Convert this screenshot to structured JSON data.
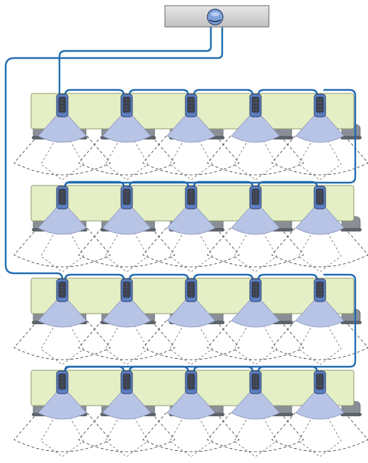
{
  "colors": {
    "background": "#ffffff",
    "cable": "#1f6bb0",
    "desk": "#e4efc5",
    "desk_stroke": "#8e9a6a",
    "chair": "#8a8f97",
    "chair_dark": "#5f646b",
    "beam": "#b8c4e6",
    "beam_stroke": "#8792b8",
    "mic_body": "#5c7fc4",
    "mic_screen": "#2e3340",
    "hub": "#d6d6d6",
    "hub_stroke": "#666666",
    "pickup_outline": "#333333"
  },
  "icons": {
    "hub": "ceiling-hub-icon",
    "microphone": "table-microphone-icon",
    "chair": "chair-icon",
    "beam": "pickup-beam-icon"
  },
  "rows": 4,
  "mics_per_row": 5,
  "chairs_per_desk": 10
}
